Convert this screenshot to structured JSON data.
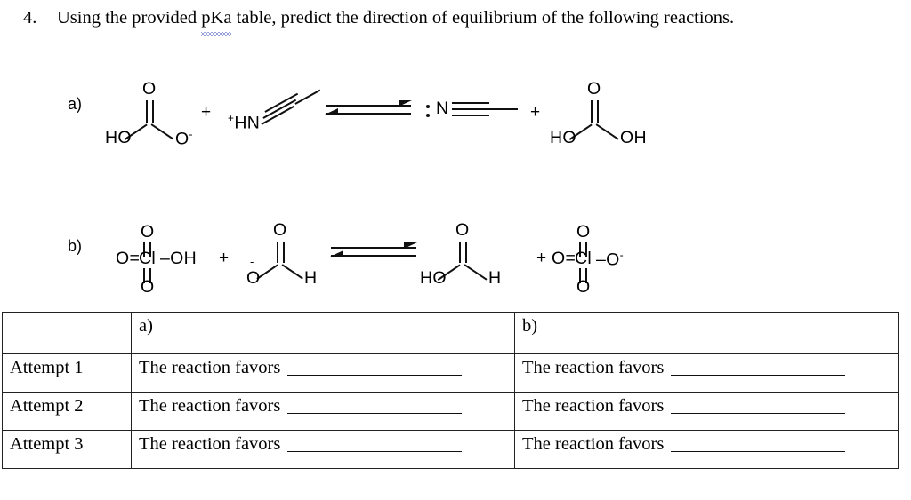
{
  "question": {
    "number": "4.",
    "text_before": "Using the provided ",
    "flagged_word": "pKa",
    "text_after": " table, predict the direction of equilibrium of the following reactions."
  },
  "reactions": [
    {
      "label": "a)",
      "left": [
        {
          "name": "bicarbonate",
          "atoms": [
            "O",
            "HO",
            "O",
            "-"
          ],
          "formula": "HO-C(=O)-O⁻"
        },
        {
          "name": "protonated-nitrile",
          "atoms": [
            "+",
            "HN"
          ],
          "formula": "⁺HN≡C-CH₃"
        }
      ],
      "operator": "+",
      "arrow": "equilibrium-double-arrow",
      "right": [
        {
          "name": "acetonitrile",
          "atoms": [
            ":",
            "N"
          ],
          "formula": ":N≡C-CH₃"
        },
        {
          "name": "carbonic-acid",
          "atoms": [
            "O",
            "HO",
            "OH"
          ],
          "formula": "HO-C(=O)-OH"
        }
      ]
    },
    {
      "label": "b)",
      "left": [
        {
          "name": "perchloric-acid",
          "atoms": [
            "O",
            "O=",
            "Cl",
            "-OH",
            "O"
          ],
          "formula": "HClO₄"
        },
        {
          "name": "formate-anion",
          "atoms": [
            "O",
            "−",
            "O",
            "H"
          ],
          "formula": "HCO₂⁻"
        }
      ],
      "operator": "+",
      "arrow": "equilibrium-double-arrow",
      "right": [
        {
          "name": "formic-acid",
          "atoms": [
            "O",
            "HO",
            "H"
          ],
          "formula": "HCOOH"
        },
        {
          "name": "perchlorate-anion",
          "atoms": [
            "O",
            "O=",
            "Cl",
            "-O",
            "-",
            "O"
          ],
          "formula": "ClO₄⁻"
        }
      ]
    }
  ],
  "table": {
    "header": {
      "corner": "",
      "col_a": "a)",
      "col_b": "b)"
    },
    "rows": [
      {
        "attempt": "Attempt 1",
        "answer_a": "The reaction favors",
        "answer_b": "The reaction favors"
      },
      {
        "attempt": "Attempt 2",
        "answer_a": "The reaction favors",
        "answer_b": "The reaction favors"
      },
      {
        "attempt": "Attempt 3",
        "answer_a": "The reaction favors",
        "answer_b": "The reaction favors"
      }
    ]
  },
  "labels": {
    "plus": "+",
    "minus_charge": "-",
    "plus_charge": "+",
    "O": "O",
    "HO": "HO",
    "OH": "OH",
    "H": "H",
    "N": "N",
    "HN": "HN",
    "Cl": "Cl",
    "O_eq": "O=",
    "dash_OH": "–OH",
    "dash_O": "–O"
  },
  "colors": {
    "ink": "#101010",
    "spellcheck_underline": "#2a3fb8",
    "table_border": "#222222",
    "page_background": "#ffffff"
  }
}
